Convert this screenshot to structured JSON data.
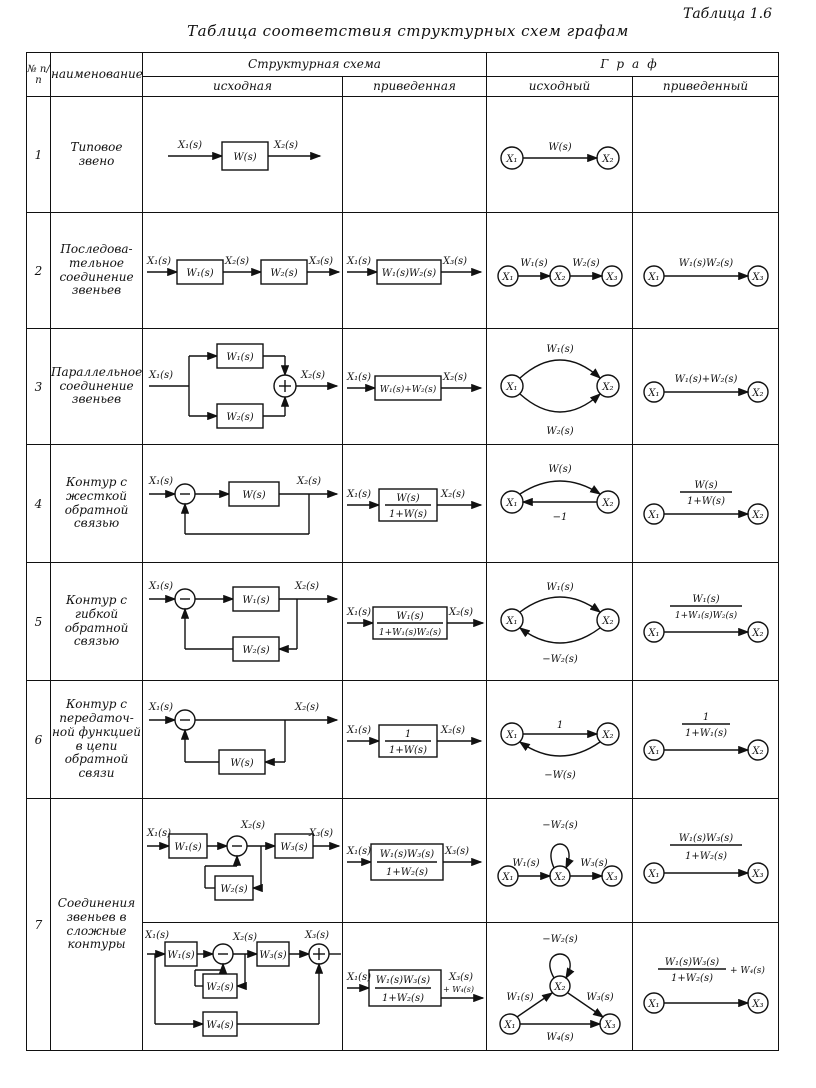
{
  "table_number": "Таблица 1.6",
  "title": "Таблица соответствия структурных схем графам",
  "headers": {
    "num": "№ п/п",
    "name": "наименование",
    "scheme": "Структурная схема",
    "graph": "Граф",
    "original": "исходная",
    "reduced": "приведенная",
    "original_graph": "исходный",
    "reduced_graph": "приведенный"
  },
  "rows": [
    {
      "num": "1",
      "name": "Типовое звено"
    },
    {
      "num": "2",
      "name": "Последова-тельное соединение звеньев"
    },
    {
      "num": "3",
      "name": "Параллельное соединение звеньев"
    },
    {
      "num": "4",
      "name": "Контур с жесткой обратной связью"
    },
    {
      "num": "5",
      "name": "Контур с гибкой обратной связью"
    },
    {
      "num": "6",
      "name": "Контур с передаточ-ной функцией в цепи обратной связи"
    },
    {
      "num": "7",
      "name": "Соединения звеньев в сложные контуры"
    }
  ],
  "labels": {
    "x1": "X₁(s)",
    "x2": "X₂(s)",
    "x3": "X₃(s)",
    "n1": "X₁",
    "n2": "X₂",
    "n3": "X₃",
    "w": "W(s)",
    "w1": "W₁(s)",
    "w2": "W₂(s)",
    "w3": "W₃(s)",
    "w4": "W₄(s)",
    "w1w2": "W₁(s)W₂(s)",
    "w1w3": "W₁(s)W₃(s)",
    "w1pw2": "W₁(s)+W₂(s)",
    "one_pw": "1+W(s)",
    "one_pw1w2": "1+W₁(s)W₂(s)",
    "one_pw2": "1+W₂(s)",
    "one_pw1": "1+W₁(s)",
    "one": "1",
    "minus_one": "−1",
    "minus_w": "−W(s)",
    "minus_w2": "−W₂(s)",
    "plus_w4": "+ W₄(s)"
  }
}
